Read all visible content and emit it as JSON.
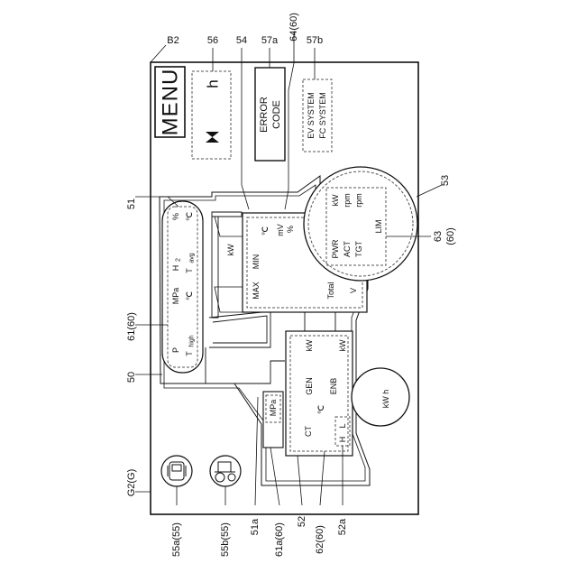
{
  "figure_ref": "B2",
  "screen_ref": "G2(G)",
  "menu_label": "MENU",
  "top_refs": {
    "r56": "56",
    "r54": "54",
    "r57a": "57a",
    "r64": "64(60)",
    "r57b": "57b"
  },
  "side_refs": {
    "r51": "51",
    "r61": "61(60)",
    "r50": "50",
    "r53": "53",
    "r63a": "63",
    "r63b": "(60)"
  },
  "bottom_refs": {
    "r55a": "55a(55)",
    "r55b": "55b(55)",
    "r51a": "51a",
    "r61a": "61a(60)",
    "r52": "52",
    "r62": "62(60)",
    "r52a": "52a"
  },
  "hours_unit": "h",
  "error_code": {
    "line1": "ERROR",
    "line2": "CODE"
  },
  "system_status": {
    "line1": "EV SYSTEM",
    "line2": "FC SYSTEM"
  },
  "tank": {
    "pressure_label": "P",
    "pressure_unit": "MPa",
    "temp_high_label": "T",
    "temp_high_sub": "high",
    "temp_high_unit": "℃",
    "h2_label": "H",
    "h2_sub": "2",
    "h2_unit": "%",
    "temp_avg_label": "T",
    "temp_avg_sub": "avg",
    "temp_avg_unit": "℃"
  },
  "fuel_cell": {
    "kw": "kW",
    "temp_unit": "℃",
    "mv": "mV",
    "pct": "%",
    "min": "MIN",
    "max": "MAX",
    "total": "Total",
    "volt": "V"
  },
  "motor": {
    "kw": "kW",
    "rpm_act": "rpm",
    "rpm_tgt": "rpm",
    "pwr": "PWR",
    "act": "ACT",
    "tgt": "TGT",
    "lim": "LIM"
  },
  "battery": {
    "ct": "CT",
    "temp_unit": "℃",
    "gen": "GEN",
    "gen_unit": "kW",
    "enb": "ENB",
    "enb_unit": "kW",
    "h": "H",
    "l": "L",
    "kwh": "kW h"
  },
  "regulator_unit": "MPa"
}
